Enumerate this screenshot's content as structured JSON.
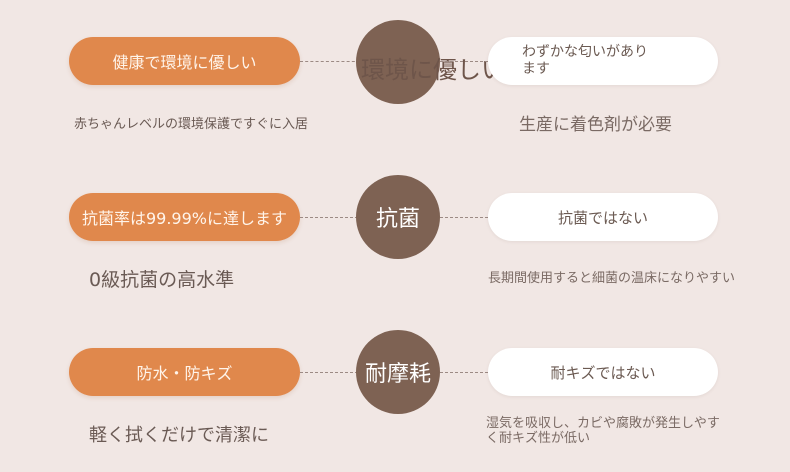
{
  "rows": [
    {
      "left_label": "健康で環境に優しい",
      "center_label": "環境に優しい",
      "right_label_line1": "わずかな匂いがあり",
      "right_label_line2": "ます",
      "left_desc": "赤ちゃんレベルの環境保護ですぐに入居",
      "right_desc": "生産に着色剤が必要"
    },
    {
      "left_label": "抗菌率は99.99%に達します",
      "center_label": "抗菌",
      "right_label": "抗菌ではない",
      "left_desc": "0級抗菌の高水準",
      "right_desc": "長期間使用すると細菌の温床になりやすい"
    },
    {
      "left_label": "防水・防キズ",
      "center_label": "耐摩耗",
      "right_label": "耐キズではない",
      "left_desc": "軽く拭くだけで清潔に",
      "right_desc_line1": "湿気を吸収し、カビや腐敗が発生しやす",
      "right_desc_line2": "く耐キズ性が低い"
    }
  ],
  "colors": {
    "background": "#f1e7e4",
    "left_pill": "#e0884c",
    "right_pill": "#ffffff",
    "center_circle": "#7e6253"
  }
}
